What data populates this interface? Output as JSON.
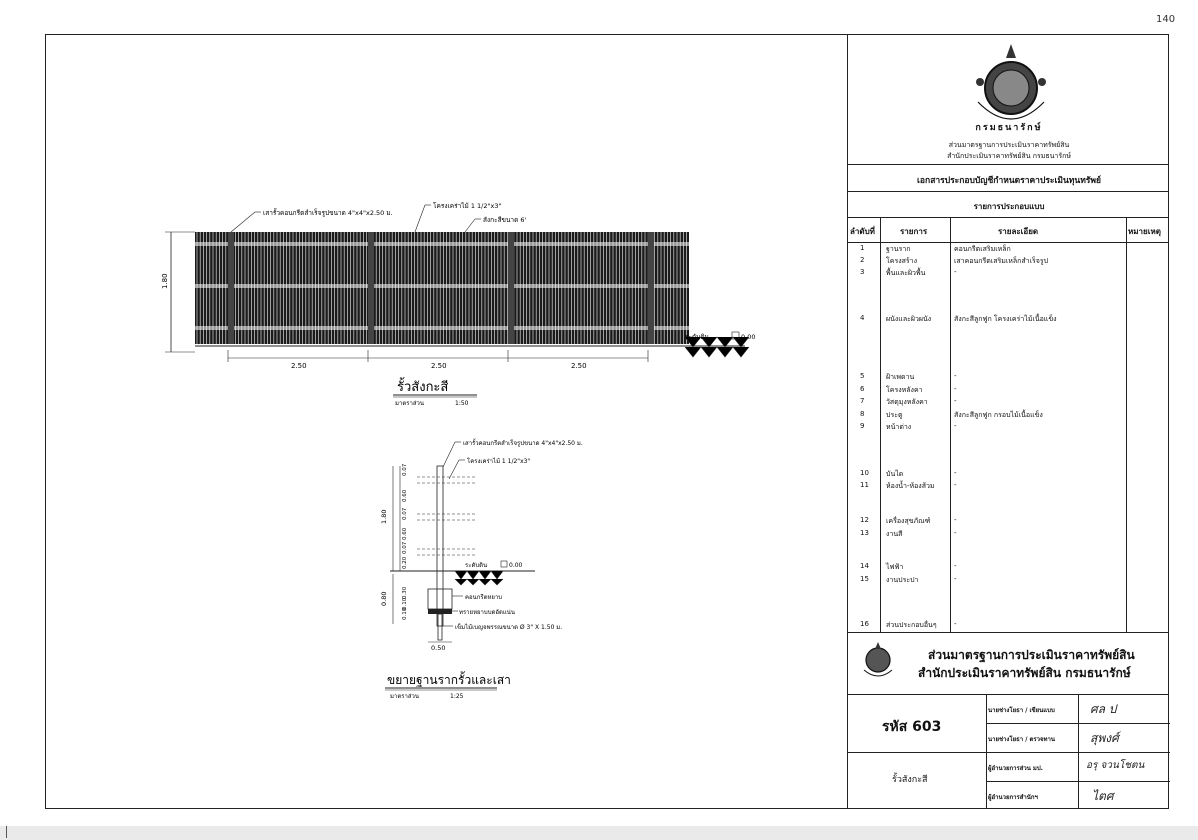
{
  "page_number": "140",
  "elevation": {
    "labels": {
      "post": "เสารั้วคอนกรีตสำเร็จรูปขนาด 4\"x4\"x2.50 ม.",
      "frame": "โครงเคร่าไม้ 1 1/2\"x3\"",
      "sheet": "สังกะสีขนาด 6'",
      "ground": "ระดับดิน",
      "level": "0.00",
      "height": "1.80",
      "spans": [
        "2.50",
        "2.50",
        "2.50"
      ]
    },
    "title": "รั้วสังกะสี",
    "scale_label": "มาตราส่วน",
    "scale_value": "1:50"
  },
  "section": {
    "labels": {
      "post": "เสารั้วคอนกรีตสำเร็จรูปขนาด 4\"x4\"x2.50 ม.",
      "frame": "โครงเคร่าไม้ 1 1/2\"x3\"",
      "ground": "ระดับดิน",
      "level": "0.00",
      "concrete": "คอนกรีตหยาบ",
      "sand": "ทรายหยาบบดอัดแน่น",
      "pile": "เข็มไม้เบญจพรรณขนาด Ø 3\" X 1.50 ม.",
      "width": "0.50",
      "dims_upper": [
        "0.07",
        "0.60",
        "0.07",
        "0.60",
        "0.07",
        "0.20"
      ],
      "dim_total": "1.80",
      "dims_lower": [
        "0.30",
        "0.10",
        "0.10"
      ],
      "dim_below": "0.80"
    },
    "title": "ขยายฐานรากรั้วและเสา",
    "scale_label": "มาตราส่วน",
    "scale_value": "1:25"
  },
  "title_block": {
    "seal_text": "กรมธนารักษ์",
    "org_line1": "ส่วนมาตรฐานการประเมินราคาทรัพย์สิน",
    "org_line2": "สำนักประเมินราคาทรัพย์สิน  กรมธนารักษ์",
    "doc_title": "เอกสารประกอบบัญชีกำหนดราคาประเมินทุนทรัพย์",
    "section_title": "รายการประกอบแบบ",
    "headers": {
      "no": "ลำดับที่",
      "item": "รายการ",
      "detail": "รายละเอียด",
      "remark": "หมายเหตุ"
    },
    "items": [
      {
        "no": "1",
        "item": "ฐานราก",
        "detail": "คอนกรีตเสริมเหล็ก"
      },
      {
        "no": "2",
        "item": "โครงสร้าง",
        "detail": "เสาคอนกรีตเสริมเหล็กสำเร็จรูป"
      },
      {
        "no": "3",
        "item": "พื้นและผิวพื้น",
        "detail": "-"
      },
      {
        "no": "4",
        "item": "ผนังและผิวผนัง",
        "detail": "สังกะสีลูกฟูก โครงเคร่าไม้เนื้อแข็ง"
      },
      {
        "no": "5",
        "item": "ฝ้าเพดาน",
        "detail": "-"
      },
      {
        "no": "6",
        "item": "โครงหลังคา",
        "detail": "-"
      },
      {
        "no": "7",
        "item": "วัสดุมุงหลังคา",
        "detail": "-"
      },
      {
        "no": "8",
        "item": "ประตู",
        "detail": "สังกะสีลูกฟูก กรอบไม้เนื้อแข็ง"
      },
      {
        "no": "9",
        "item": "หน้าต่าง",
        "detail": "-"
      },
      {
        "no": "10",
        "item": "บันได",
        "detail": "-"
      },
      {
        "no": "11",
        "item": "ห้องน้ำ-ห้องส้วม",
        "detail": "-"
      },
      {
        "no": "12",
        "item": "เครื่องสุขภัณฑ์",
        "detail": "-"
      },
      {
        "no": "13",
        "item": "งานสี",
        "detail": "-"
      },
      {
        "no": "14",
        "item": "ไฟฟ้า",
        "detail": "-"
      },
      {
        "no": "15",
        "item": "งานประปา",
        "detail": "-"
      },
      {
        "no": "16",
        "item": "ส่วนประกอบอื่นๆ",
        "detail": "-"
      }
    ],
    "footer_org_line1": "ส่วนมาตรฐานการประเมินราคาทรัพย์สิน",
    "footer_org_line2": "สำนักประเมินราคาทรัพย์สิน  กรมธนารักษ์",
    "code_label": "รหัส 603",
    "name_label": "รั้วสังกะสี",
    "signatures": [
      {
        "role": "นายช่างโยธา / เขียนแบบ",
        "sig": "ศล ป"
      },
      {
        "role": "นายช่างโยธา / ตรวจทาน",
        "sig": "สุพงศ์"
      },
      {
        "role": "ผู้อำนวยการส่วน มป.",
        "sig": "อรุ จวนโชตน"
      },
      {
        "role": "ผู้อำนวยการสำนักฯ",
        "sig": "ไตศ"
      }
    ]
  }
}
